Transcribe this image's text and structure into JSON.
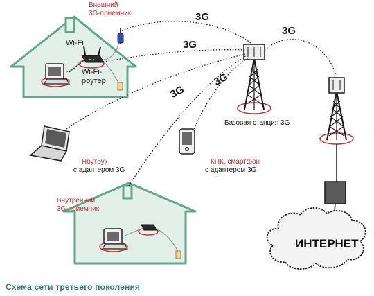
{
  "labels": {
    "external_receiver": [
      "Внешний",
      "3G-приемник"
    ],
    "wifi": "Wi-Fi",
    "router": [
      "Wi-Fi-",
      "роутер"
    ],
    "base_station": "Базовая станция 3G",
    "laptop": [
      "Ноутбук",
      "с адаптером 3G"
    ],
    "pda": [
      "КПК, смартфон",
      "с адаптером 3G"
    ],
    "internal_receiver": [
      "Внутренний",
      "3G-приемник"
    ],
    "internet": "ИНТЕРНЕТ",
    "caption": "Схема сети третьего поколения"
  },
  "link_labels": [
    "3G",
    "3G",
    "3G",
    "3G",
    "3G"
  ],
  "colors": {
    "house_fill": "#e3f0ea",
    "house_stroke": "#5fa98a",
    "accent_red": "#d42a2a",
    "caption": "#2e7d7a",
    "tower": "#1a1a1a"
  },
  "icons": [
    "house-icon",
    "router-icon",
    "antenna-icon",
    "tower-icon",
    "laptop-icon",
    "smartphone-icon",
    "computer-icon",
    "gateway-box-icon",
    "cloud-icon"
  ]
}
